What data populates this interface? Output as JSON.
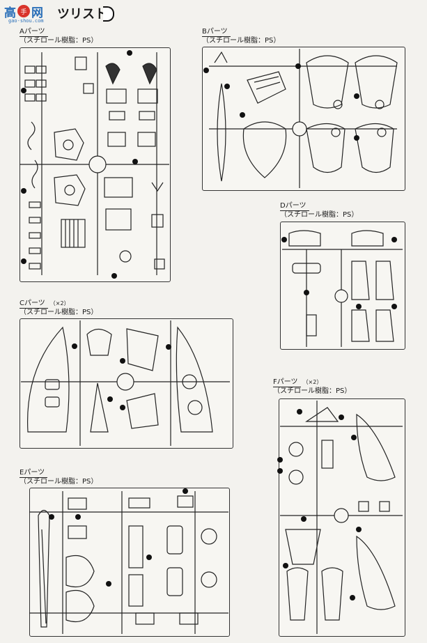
{
  "header": {
    "logo_chars": "高",
    "logo_badge": "手",
    "logo_tail": "网",
    "logo_sub": "gao-shou.com",
    "title": "ツリスト"
  },
  "parts": {
    "A": {
      "name": "Aパーツ",
      "material": "（スチロール樹脂：PS）",
      "qty": ""
    },
    "B": {
      "name": "Bパーツ",
      "material": "（スチロール樹脂：PS）",
      "qty": ""
    },
    "C": {
      "name": "Cパーツ",
      "material": "（スチロール樹脂：PS）",
      "qty": "（×2）"
    },
    "D": {
      "name": "Dパーツ",
      "material": "（スチロール樹脂：PS）",
      "qty": ""
    },
    "E": {
      "name": "Eパーツ",
      "material": "（スチロール樹脂：PS）",
      "qty": ""
    },
    "F": {
      "name": "Fパーツ",
      "material": "（スチロール樹脂：PS）",
      "qty": "（×2）"
    }
  }
}
